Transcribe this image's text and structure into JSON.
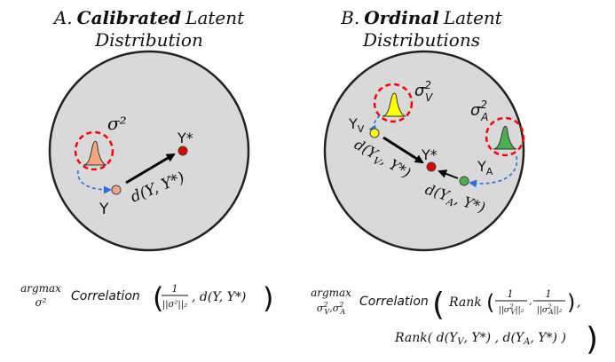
{
  "panel_a": {
    "title_prefix": "A.",
    "title_bold": "Calibrated",
    "title_rest": "Latent",
    "title_line2": "Distribution",
    "sigma_label": "σ²",
    "y_label": "Y",
    "ystar_label": "Y*",
    "distance_label": "d(Y, Y*)",
    "formula_op_top": "argmax",
    "formula_op_sub": "σ²",
    "formula_func": "Correlation",
    "formula_frac_num": "1",
    "formula_frac_den": "||σ²||₂",
    "formula_arg2": ", d(Y, Y*)"
  },
  "panel_b": {
    "title_prefix": "B.",
    "title_bold": "Ordinal",
    "title_rest": "Latent",
    "title_line2": "Distributions",
    "sigma_v_label": "σ²_V",
    "sigma_a_label": "σ²_A",
    "yv_label": "Y_V",
    "ya_label": "Y_A",
    "ystar_label": "Y*",
    "dist_v_label": "d(Y_V, Y*)",
    "dist_a_label": "d(Y_A, Y*)",
    "formula_op_top": "argmax",
    "formula_op_sub": "σ²_V, σ²_A",
    "formula_func": "Correlation",
    "formula_rank": "Rank",
    "formula_frac_num": "1",
    "formula_frac_den_v": "||σ²_V||₂",
    "formula_frac_den_a": "||σ²_A||₂",
    "formula_line2": "Rank( d(Y_V, Y*) , d(Y_A, Y*) )"
  },
  "colors": {
    "circle_fill": "#d9d9d9",
    "dashed_red": "#ff0000",
    "dashed_blue": "#2b6fe8",
    "orange": "#f4a582",
    "yellow": "#ffff00",
    "green": "#4caf50",
    "red_point": "#e00000"
  }
}
